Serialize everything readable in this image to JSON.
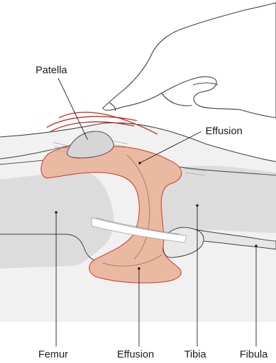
{
  "labels": {
    "patella": "Patella",
    "effusion_top": "Effusion",
    "femur": "Femur",
    "effusion_bottom": "Effusion",
    "tibia": "Tibia",
    "fibula": "Fibula"
  },
  "colors": {
    "skin_outline": "#3a3a3a",
    "tissue_fill": "#efefef",
    "bone_fill": "#dedede",
    "effusion_fill": "#eab9a1",
    "effusion_outline": "#c9352b",
    "pressure_arcs": "#c9352b",
    "hand_fill": "#ffffff",
    "text": "#1a1a1a"
  },
  "icons": {
    "hand": "pressing-hand-icon",
    "pressure": "pressure-arcs-icon"
  }
}
